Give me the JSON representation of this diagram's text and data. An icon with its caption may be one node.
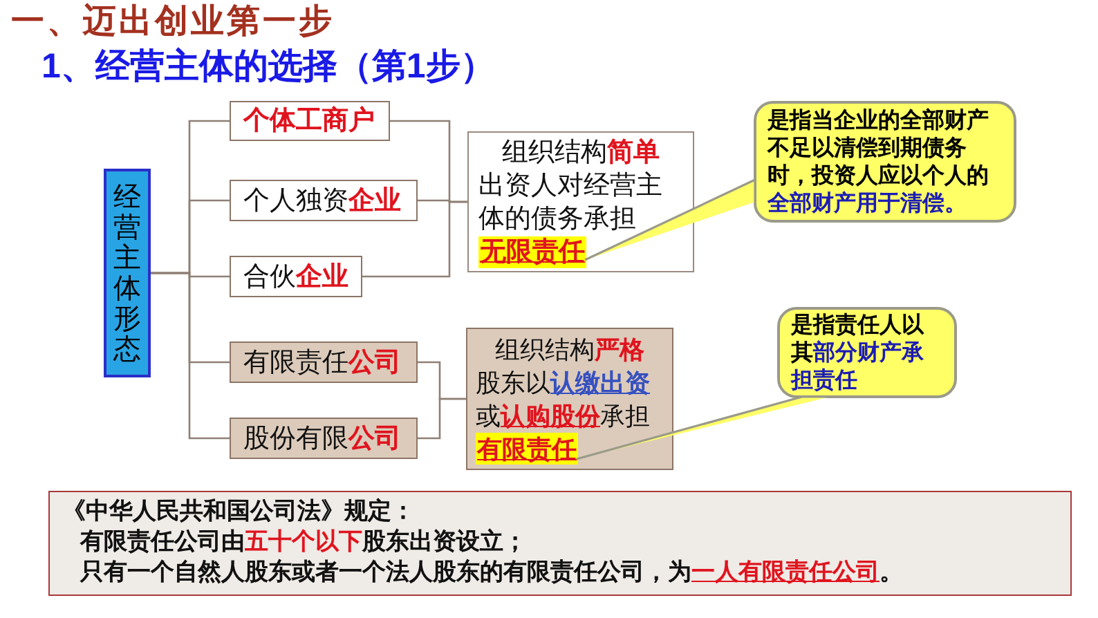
{
  "diagram": {
    "title": "一、迈出创业第一步",
    "nodes": [
      {
        "text": [
          "经营主体形态"
        ]
      },
      {
        "text": [
          "个体工商户"
        ]
      },
      {
        "text": [
          "个人独资**企业**"
        ]
      },
      {
        "text": [
          "合伙**企业**"
        ]
      },
      {
        "text": [
          "有限责任**公司**"
        ]
      },
      {
        "text": [
          "股份有限**公司**"
        ]
      },
      {
        "text": [
          "组织结构**简单**",
          "出资人对经营主体的债务承担"
        ]
      },
      {
        "text": [
          "无限责任"
        ],
        "in": 6
      },
      {
        "text": [
          "组织结构**严格**",
          "股东以**认缴出资**或**认购股份**承担"
        ]
      },
      {
        "text": [
          "有限责任"
        ],
        "in": 8
      },
      {
        "text": [
          "是指当企业的全部财产不足以清偿到期债务时，投资人应以个人的**全部财产用于清偿。**"
        ]
      },
      {
        "text": [
          "是指责任人以其**部分财产承担责任**"
        ]
      },
      {
        "text": [
          "《中华人民共和国公司法》规定：",
          "有限责任公司由**五十个以下**股东出资设立；",
          "只有一个自然人股东或者一个法人股东的有限责任公司，为**一人有限责任公司**。"
        ]
      }
    ],
    "edges": [
      {
        "from": 0,
        "to": 1,
        "arrow": "none"
      },
      {
        "from": 0,
        "to": 2,
        "arrow": "none"
      },
      {
        "from": 0,
        "to": 3,
        "arrow": "none"
      },
      {
        "from": 0,
        "to": 4,
        "arrow": "none"
      },
      {
        "from": 0,
        "to": 5,
        "arrow": "none"
      },
      {
        "from": 1,
        "to": 6,
        "arrow": "none"
      },
      {
        "from": 2,
        "to": 6,
        "arrow": "none"
      },
      {
        "from": 3,
        "to": 6,
        "arrow": "none"
      },
      {
        "from": 4,
        "to": 8,
        "arrow": "none"
      },
      {
        "from": 5,
        "to": 8,
        "arrow": "none"
      },
      {
        "from": 10,
        "to": 7,
        "arrow": "none"
      },
      {
        "from": 11,
        "to": 9,
        "arrow": "none"
      }
    ],
    "labels": [
      "1、经营主体的选择（第1步）"
    ]
  }
}
